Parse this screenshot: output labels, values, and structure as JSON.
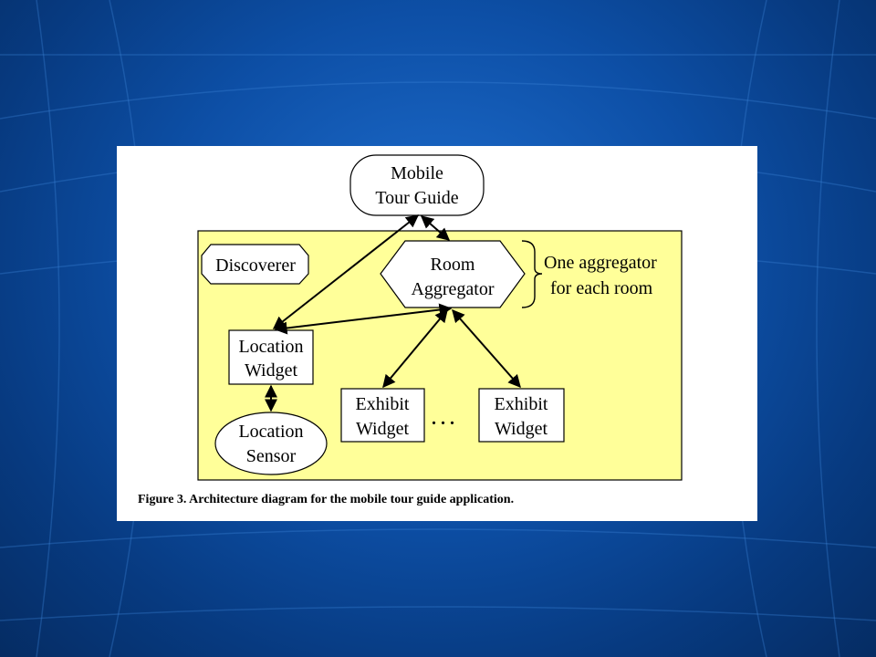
{
  "slide": {
    "background_color": "#0d4fa6"
  },
  "figure": {
    "caption": "Figure 3. Architecture diagram for the mobile tour guide application.",
    "region_color": "#ffff99",
    "nodes": {
      "mobile_tour_guide": [
        "Mobile",
        "Tour Guide"
      ],
      "discoverer": [
        "Discoverer"
      ],
      "room_aggregator": [
        "Room",
        "Aggregator"
      ],
      "location_widget": [
        "Location",
        "Widget"
      ],
      "location_sensor": [
        "Location",
        "Sensor"
      ],
      "exhibit_widget_1": [
        "Exhibit",
        "Widget"
      ],
      "exhibit_widget_2": [
        "Exhibit",
        "Widget"
      ]
    },
    "ellipsis": ". . .",
    "brace_label": [
      "One aggregator",
      "for each room"
    ]
  }
}
